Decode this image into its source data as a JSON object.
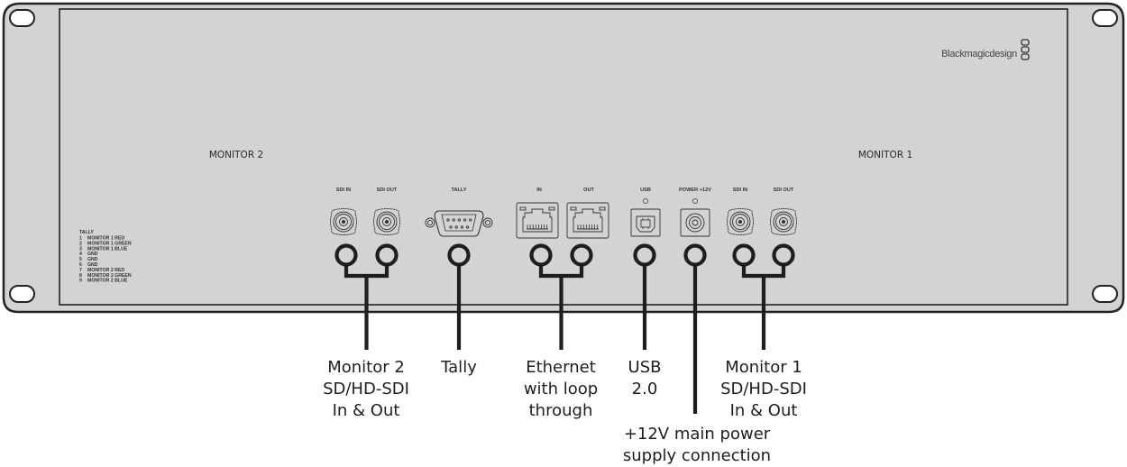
{
  "panel": {
    "brand": "Blackmagicdesign",
    "left_monitor_label": "MONITOR 2",
    "right_monitor_label": "MONITOR 1"
  },
  "tally_pinout": {
    "title": "TALLY",
    "pins": [
      {
        "num": "1",
        "name": "MONITOR 1 RED"
      },
      {
        "num": "2",
        "name": "MONITOR 1 GREEN"
      },
      {
        "num": "3",
        "name": "MONITOR 1 BLUE"
      },
      {
        "num": "4",
        "name": "GND"
      },
      {
        "num": "5",
        "name": "GND"
      },
      {
        "num": "6",
        "name": "GND"
      },
      {
        "num": "7",
        "name": "MONITOR 2 RED"
      },
      {
        "num": "8",
        "name": "MONITOR 2 GREEN"
      },
      {
        "num": "9",
        "name": "MONITOR 2 BLUE"
      }
    ]
  },
  "connectors": {
    "m2_sdi_in": "SDI IN",
    "m2_sdi_out": "SDI OUT",
    "tally": "TALLY",
    "eth_in": "IN",
    "eth_out": "OUT",
    "usb": "USB",
    "power": "POWER +12V",
    "m1_sdi_in": "SDI IN",
    "m1_sdi_out": "SDI OUT"
  },
  "callouts": {
    "monitor2": [
      "Monitor 2",
      "SD/HD-SDI",
      "In & Out"
    ],
    "tally": [
      "Tally"
    ],
    "ethernet": [
      "Ethernet",
      "with loop",
      "through"
    ],
    "usb": [
      "USB",
      "2.0"
    ],
    "power": [
      "+12V main power",
      "supply connection"
    ],
    "monitor1": [
      "Monitor 1",
      "SD/HD-SDI",
      "In & Out"
    ]
  },
  "colors": {
    "panel_fill": "#d3d3d3",
    "stroke": "#222222",
    "background": "#ffffff"
  }
}
